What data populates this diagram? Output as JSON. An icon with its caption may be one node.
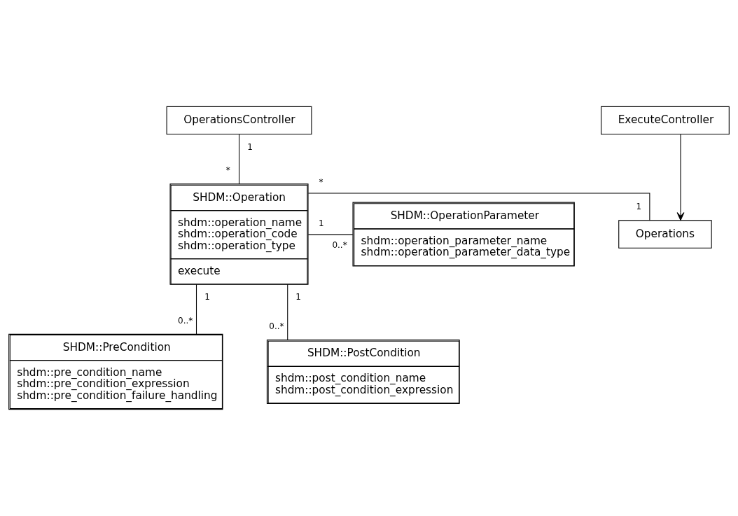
{
  "diagram": {
    "nodes": [
      {
        "text": [
          "OperationsController"
        ]
      },
      {
        "text": [
          "ExecuteController"
        ]
      },
      {
        "text": [
          "Operations"
        ]
      },
      {
        "text": [
          "SHDM::Operation",
          "shdm::operation_name",
          "shdm::operation_code",
          "shdm::operation_type",
          "execute"
        ]
      },
      {
        "text": [
          "SHDM::OperationParameter",
          "shdm::operation_parameter_name",
          "shdm::operation_parameter_data_type"
        ]
      },
      {
        "text": [
          "SHDM::PreCondition",
          "shdm::pre_condition_name",
          "shdm::pre_condition_expression",
          "shdm::pre_condition_failure_handling"
        ]
      },
      {
        "text": [
          "SHDM::PostCondition",
          "shdm::post_condition_name",
          "shdm::post_condition_expression"
        ]
      }
    ],
    "edges": [
      {
        "from": 0,
        "to": 3,
        "arrow": "none"
      },
      {
        "from": 1,
        "to": 2,
        "arrow": "to"
      },
      {
        "from": 3,
        "to": 2,
        "arrow": "none"
      },
      {
        "from": 3,
        "to": 4,
        "arrow": "none"
      },
      {
        "from": 3,
        "to": 6,
        "arrow": "none"
      },
      {
        "from": 3,
        "to": 5,
        "arrow": "none"
      }
    ],
    "labels": [
      "1",
      "*",
      "1",
      "*",
      "0..*",
      "1",
      "1",
      "1",
      "0..*",
      "0..*"
    ]
  }
}
